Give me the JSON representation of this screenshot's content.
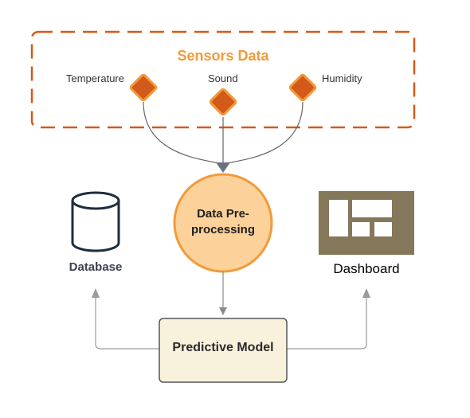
{
  "sensors": {
    "title": "Sensors Data",
    "items": [
      {
        "label": "Temperature",
        "icon": "diamond-node-icon"
      },
      {
        "label": "Sound",
        "icon": "diamond-node-icon"
      },
      {
        "label": "Humidity",
        "icon": "diamond-node-icon"
      }
    ]
  },
  "preprocessing": {
    "label": "Data Pre-processing"
  },
  "database": {
    "label": "Database",
    "icon": "database-cylinder-icon"
  },
  "dashboard": {
    "label": "Dashboard",
    "icon": "dashboard-layout-icon"
  },
  "model": {
    "label": "Predictive Model"
  },
  "colors": {
    "accent_orange": "#d35a1a",
    "title_orange": "#f29a3a",
    "node_fill": "#fdd29a",
    "model_fill": "#f8f1dc",
    "dashboard_fill": "#857759",
    "connector": "#707070"
  }
}
